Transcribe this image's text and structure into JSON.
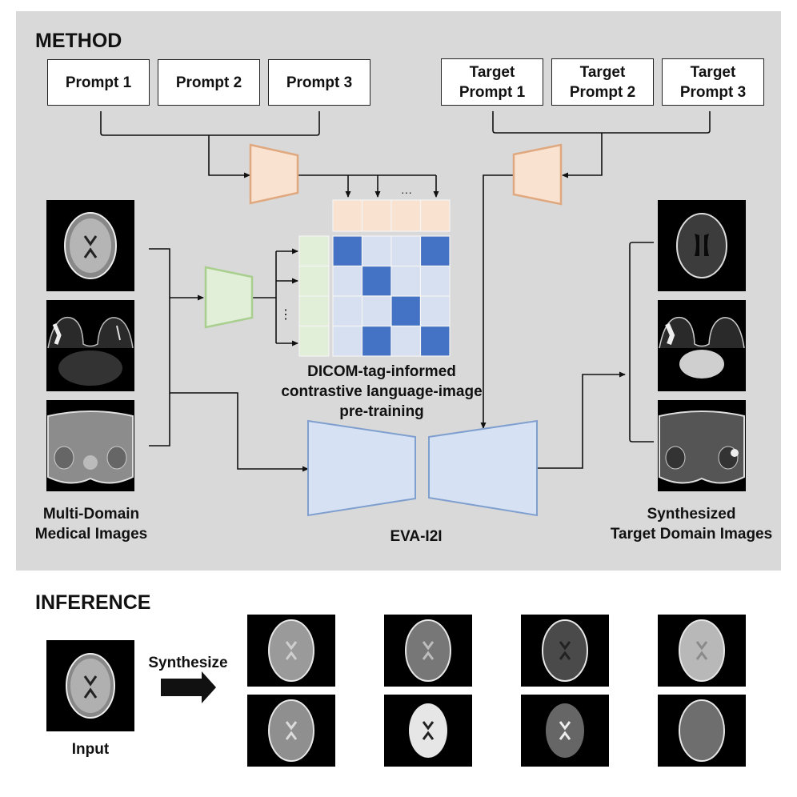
{
  "method": {
    "heading": "METHOD",
    "source_prompts": [
      "Prompt 1",
      "Prompt 2",
      "Prompt 3"
    ],
    "target_prompts": [
      "Target\nPrompt 1",
      "Target\nPrompt 2",
      "Target\nPrompt 3"
    ],
    "ellipsis_horizontal": "···",
    "ellipsis_vertical": "⋮",
    "clip_caption": "DICOM-tag-informed\ncontrastive language-image\npre-training",
    "input_caption": "Multi-Domain\nMedical Images",
    "model_caption": "EVA-I2I",
    "output_caption": "Synthesized\nTarget Domain Images",
    "input_images": [
      "brain-t1-mri",
      "breast-mri",
      "abdomen-mri"
    ],
    "output_images": [
      "brain-flair-mri",
      "breast-mri-enhanced",
      "abdomen-mri-synth"
    ],
    "similarity_matrix": [
      [
        1,
        0,
        0,
        1
      ],
      [
        0,
        1,
        0,
        0
      ],
      [
        0,
        0,
        1,
        0
      ],
      [
        0,
        1,
        0,
        1
      ]
    ],
    "colors": {
      "panel": "#d9d9d9",
      "text_encoder_fill": "#f9e2d0",
      "text_encoder_stroke": "#e0a87e",
      "image_encoder_fill": "#e1efd8",
      "image_encoder_stroke": "#a9cf8e",
      "matrix_high": "#4472c4",
      "matrix_low": "#d6e0f0",
      "generator_fill": "#d6e2f3",
      "generator_stroke": "#7f9fcf"
    }
  },
  "inference": {
    "heading": "INFERENCE",
    "arrow_label": "Synthesize",
    "input_caption": "Input",
    "input_image": "brain-t1-mri",
    "outputs": [
      [
        "brain-t2-mri",
        "brain-t2-mri-2",
        "brain-flair-mri",
        "brain-pd-mri"
      ],
      [
        "brain-t2-mri-3",
        "brain-skullstripped-t1",
        "brain-skullstripped-t2",
        "head-ct"
      ]
    ]
  }
}
